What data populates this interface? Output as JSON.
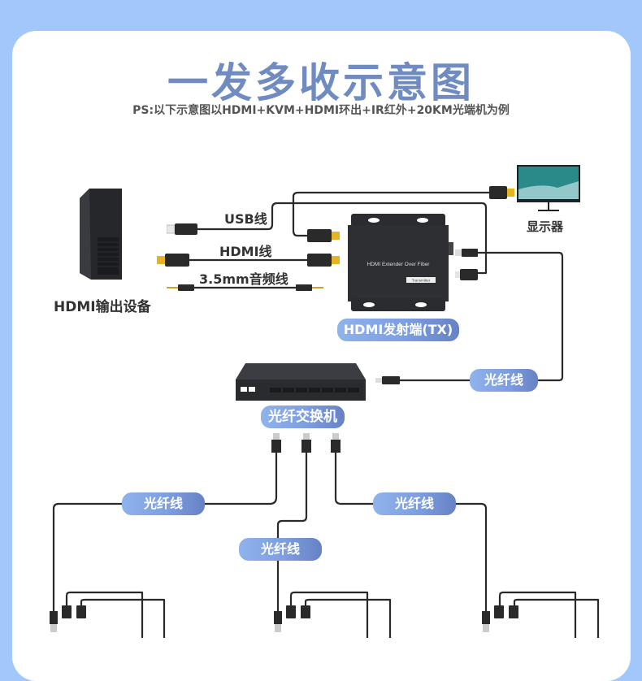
{
  "title": "一发多收示意图",
  "subtitle": "PS:以下示意图以HDMI+KVM+HDMI环出+IR红外+20KM光端机为例",
  "source": {
    "label": "HDMI输出设备"
  },
  "cables": {
    "usb": "USB线",
    "hdmi": "HDMI线",
    "audio": "3.5mm音频线"
  },
  "transmitter": {
    "device_text": "HDMI Extender Over Fiber",
    "tag_text": "Transmitter",
    "badge": "HDMI发射端(TX)"
  },
  "display": {
    "label": "显示器"
  },
  "fiber_link": {
    "label": "光纤线"
  },
  "switch": {
    "badge": "光纤交换机"
  },
  "branches": [
    {
      "label": "光纤线"
    },
    {
      "label": "光纤线"
    },
    {
      "label": "光纤线"
    }
  ],
  "colors": {
    "background": "#a2c8fb",
    "title": "#6f8bc0",
    "badge_start": "#8fb3ec",
    "badge_end": "#6682c4",
    "cable": "#2a2a2a"
  }
}
